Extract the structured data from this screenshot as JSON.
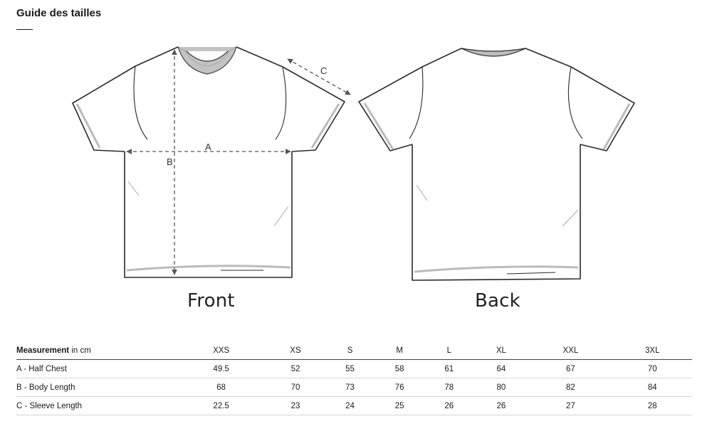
{
  "page": {
    "title": "Guide des tailles"
  },
  "diagram": {
    "front_label": "Front",
    "back_label": "Back",
    "measure_a": "A",
    "measure_b": "B",
    "measure_c": "C"
  },
  "table": {
    "header_bold": "Measurement",
    "header_unit": " in cm",
    "sizes": [
      "XXS",
      "XS",
      "S",
      "M",
      "L",
      "XL",
      "XXL",
      "3XL"
    ],
    "rows": [
      {
        "label": "A - Half Chest",
        "values": [
          "49.5",
          "52",
          "55",
          "58",
          "61",
          "64",
          "67",
          "70"
        ]
      },
      {
        "label": "B - Body Length",
        "values": [
          "68",
          "70",
          "73",
          "76",
          "78",
          "80",
          "82",
          "84"
        ]
      },
      {
        "label": "C - Sleeve Length",
        "values": [
          "22.5",
          "23",
          "24",
          "25",
          "26",
          "26",
          "27",
          "28"
        ]
      }
    ]
  }
}
